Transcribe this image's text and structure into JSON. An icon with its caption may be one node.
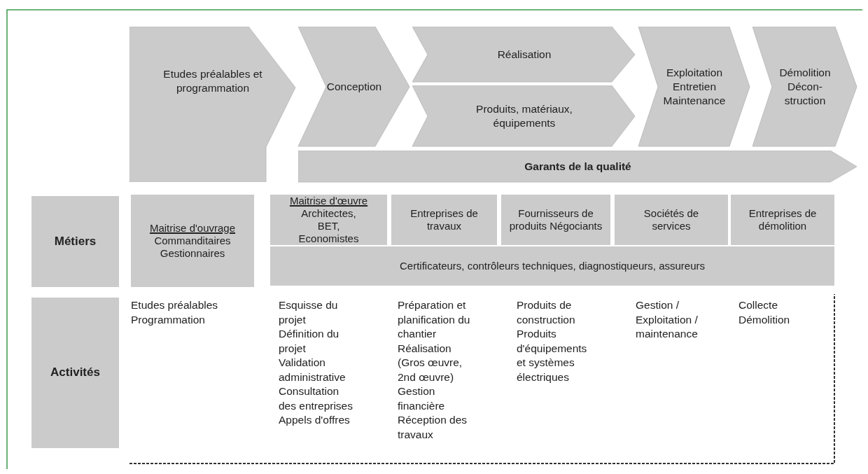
{
  "diagram": {
    "nodes": [
      {
        "text": [
          "Etudes préalables et programmation"
        ]
      },
      {
        "text": [
          "Conception"
        ]
      },
      {
        "text": [
          "Réalisation"
        ]
      },
      {
        "text": [
          "Produits, matériaux, équipements"
        ]
      },
      {
        "text": [
          "Exploitation Entretien Maintenance"
        ]
      },
      {
        "text": [
          "Démolition Décon- struction"
        ]
      },
      {
        "text": [
          "Garants de la qualité"
        ]
      },
      {
        "text": [
          "Métiers"
        ]
      },
      {
        "text": [
          "Maitrise d'ouvrage",
          "Commanditaires Gestionnaires"
        ]
      },
      {
        "text": [
          "Maitrise d'œuvre",
          "Architectes, BET, Economistes"
        ]
      },
      {
        "text": [
          "Entreprises de travaux"
        ]
      },
      {
        "text": [
          "Fournisseurs de produits Négociants"
        ]
      },
      {
        "text": [
          "Sociétés de services"
        ]
      },
      {
        "text": [
          "Entreprises de démolition"
        ]
      },
      {
        "text": [
          "Certificateurs, contrôleurs techniques, diagnostiqueurs, assureurs"
        ]
      },
      {
        "text": [
          "Activités"
        ]
      }
    ],
    "labels": [
      "Etudes préalables",
      "Programmation",
      "Esquisse du projet",
      "Définition du projet",
      "Validation administrative",
      "Consultation des entreprises",
      "Appels d'offres",
      "Préparation et planification du chantier",
      "Réalisation (Gros œuvre, 2nd œuvre)",
      "Gestion financière",
      "Réception des travaux",
      "Produits de construction",
      "Produits d'équipements et systèmes électriques",
      "Gestion / Exploitation / maintenance",
      "Collecte",
      "Démolition"
    ]
  }
}
